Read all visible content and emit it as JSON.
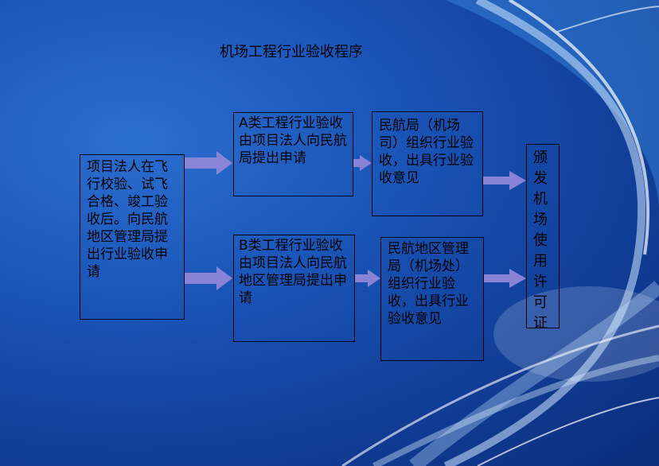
{
  "title": "机场工程行业验收程序",
  "nodes": {
    "start": "项目法人在飞行校验、试飞合格、竣工验收后。向民航地区管理局提出行业验收申请",
    "class_a": "A类工程行业验收由项目法人向民航局提出申请",
    "class_b": "B类工程行业验收由项目法人向民航地区管理局提出申请",
    "caac_review": "民航局（机场司）组织行业验收，出具行业验收意见",
    "regional_review": "民航地区管理局（机场处）组织行业验收，出具行业验收意见",
    "certificate": "颁发机场使用许可证"
  },
  "colors": {
    "arrow": "#8f86d8",
    "border": "#000000"
  }
}
